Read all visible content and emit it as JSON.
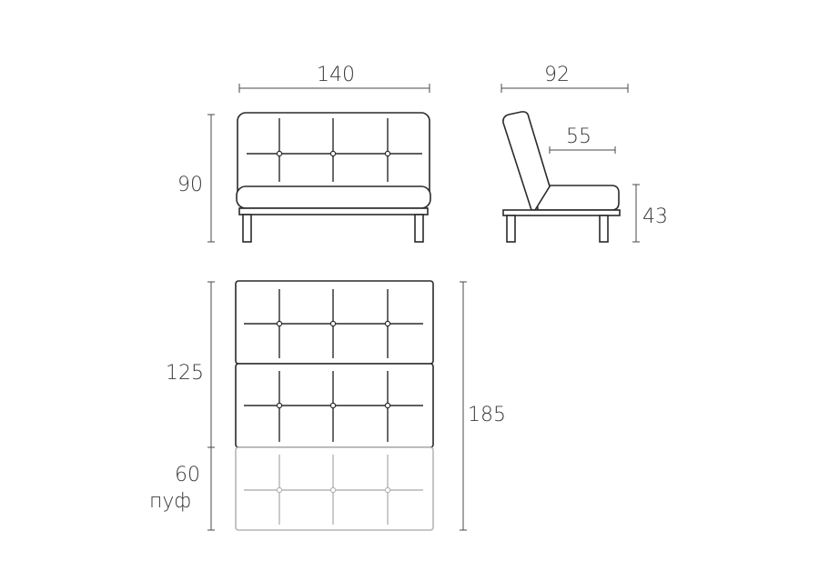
{
  "dimensions": {
    "front_width": "140",
    "side_depth": "92",
    "seat_depth": "55",
    "height": "90",
    "seat_height": "43",
    "bed_length": "125",
    "total_length": "185",
    "pouf_length": "60",
    "pouf_label": "пуф"
  }
}
